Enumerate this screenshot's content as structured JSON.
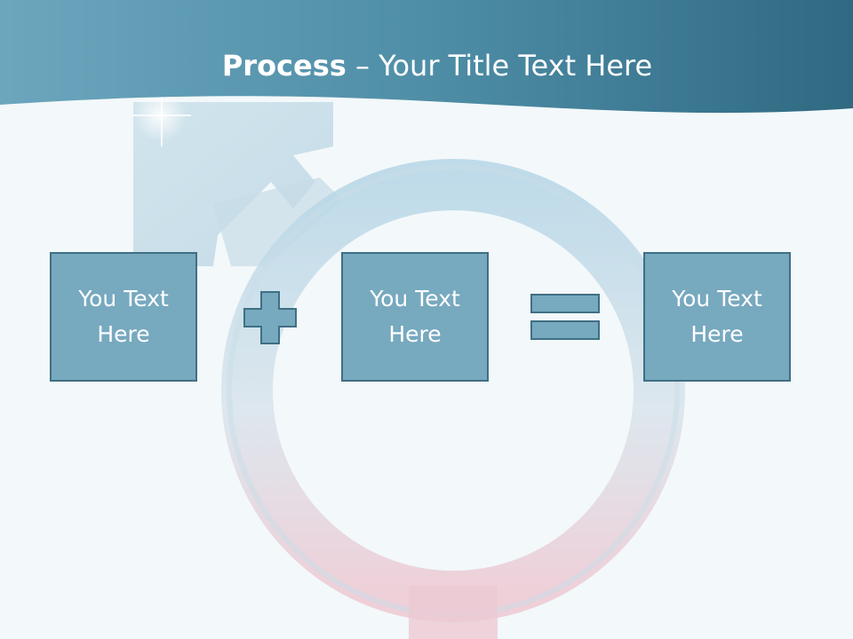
{
  "slide": {
    "title_bold": "Process",
    "title_rest": " – Your Title Text Here"
  },
  "process": {
    "boxes": [
      {
        "text": "You Text Here"
      },
      {
        "text": "You Text Here"
      },
      {
        "text": "You Text Here"
      }
    ],
    "operators": [
      "plus",
      "equals"
    ]
  },
  "colors": {
    "header": "#4d8aa2",
    "box_fill": "#77a9bf",
    "box_border": "#3f6f84",
    "background": "#f3f8fa"
  },
  "icons": [
    "male-symbol-background-icon",
    "plus-icon",
    "equals-icon"
  ]
}
